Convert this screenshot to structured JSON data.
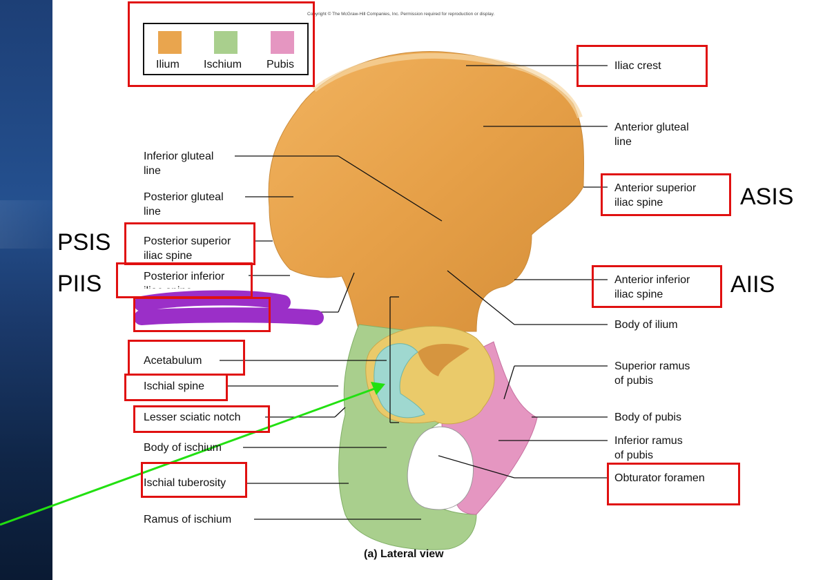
{
  "copyright": "Copyright © The McGraw-Hill Companies, Inc. Permission required for reproduction or display.",
  "caption": "(a) Lateral view",
  "legend": [
    {
      "label": "Ilium",
      "color": "#e9a54e"
    },
    {
      "label": "Ischium",
      "color": "#a9cf8d"
    },
    {
      "label": "Pubis",
      "color": "#e596c1"
    }
  ],
  "labels": {
    "iliac_crest": "Iliac crest",
    "anterior_gluteal_line": "Anterior gluteal\nline",
    "anterior_superior_iliac_spine": "Anterior superior\niliac spine",
    "anterior_inferior_iliac_spine": "Anterior inferior\niliac spine",
    "body_of_ilium": "Body of ilium",
    "superior_ramus_of_pubis": "Superior ramus\nof pubis",
    "body_of_pubis": "Body of pubis",
    "inferior_ramus_of_pubis": "Inferior ramus\nof pubis",
    "obturator_foramen": "Obturator foramen",
    "inferior_gluteal_line": "Inferior gluteal\nline",
    "posterior_gluteal_line": "Posterior gluteal\nline",
    "posterior_superior_iliac_spine": "Posterior superior\niliac spine",
    "posterior_inferior_iliac_spine": "Posterior inferior\niliac spine",
    "acetabulum": "Acetabulum",
    "ischial_spine": "Ischial spine",
    "lesser_sciatic_notch": "Lesser sciatic notch",
    "body_of_ischium": "Body of ischium",
    "ischial_tuberosity": "Ischial tuberosity",
    "ramus_of_ischium": "Ramus of ischium"
  },
  "annotations": {
    "asis": "ASIS",
    "aiis": "AIIS",
    "psis": "PSIS",
    "piis": "PIIS"
  },
  "colors": {
    "ilium": "#e9a54e",
    "ischium": "#a9cf8d",
    "pubis": "#e596c1",
    "highlight_box": "#e01010",
    "scribble": "#9b2fc8",
    "arrow": "#22e011",
    "acetabulum_center": "#9fd8d0"
  }
}
